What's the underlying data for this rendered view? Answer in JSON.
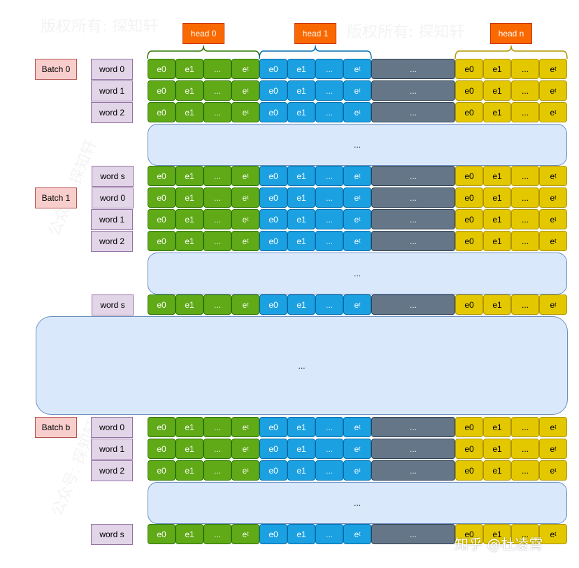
{
  "watermarks": {
    "top_left": "版权所有: 探知轩",
    "top_right": "版权所有: 探知轩",
    "side_upper": "公众号: 探知轩",
    "side_lower": "公众号: 探知轩",
    "bottom_right": "知乎 @杜凌霄"
  },
  "heads": [
    {
      "label": "head 0",
      "color": "#60a917"
    },
    {
      "label": "head 1",
      "color": "#1ba1e2"
    },
    {
      "label": "head n",
      "color": "#e3c800"
    }
  ],
  "batches": [
    {
      "label": "Batch 0",
      "rows": [
        {
          "word": "word 0"
        },
        {
          "word": "word 1"
        },
        {
          "word": "word 2"
        },
        {
          "ellipsis": "..."
        },
        {
          "word": "word s"
        }
      ]
    },
    {
      "label": "Batch 1",
      "rows": [
        {
          "word": "word 0"
        },
        {
          "word": "word 1"
        },
        {
          "word": "word 2"
        },
        {
          "ellipsis": "..."
        },
        {
          "word": "word s"
        }
      ]
    },
    {
      "label": "Batch b",
      "rows": [
        {
          "word": "word 0"
        },
        {
          "word": "word 1"
        },
        {
          "word": "word 2"
        },
        {
          "ellipsis": "..."
        },
        {
          "word": "word s"
        }
      ]
    }
  ],
  "between_batches_ellipsis": "...",
  "cells": {
    "e0": "e0",
    "e1": "e1",
    "dots": "...",
    "et_base": "e",
    "et_sub": "t",
    "gap": "..."
  }
}
